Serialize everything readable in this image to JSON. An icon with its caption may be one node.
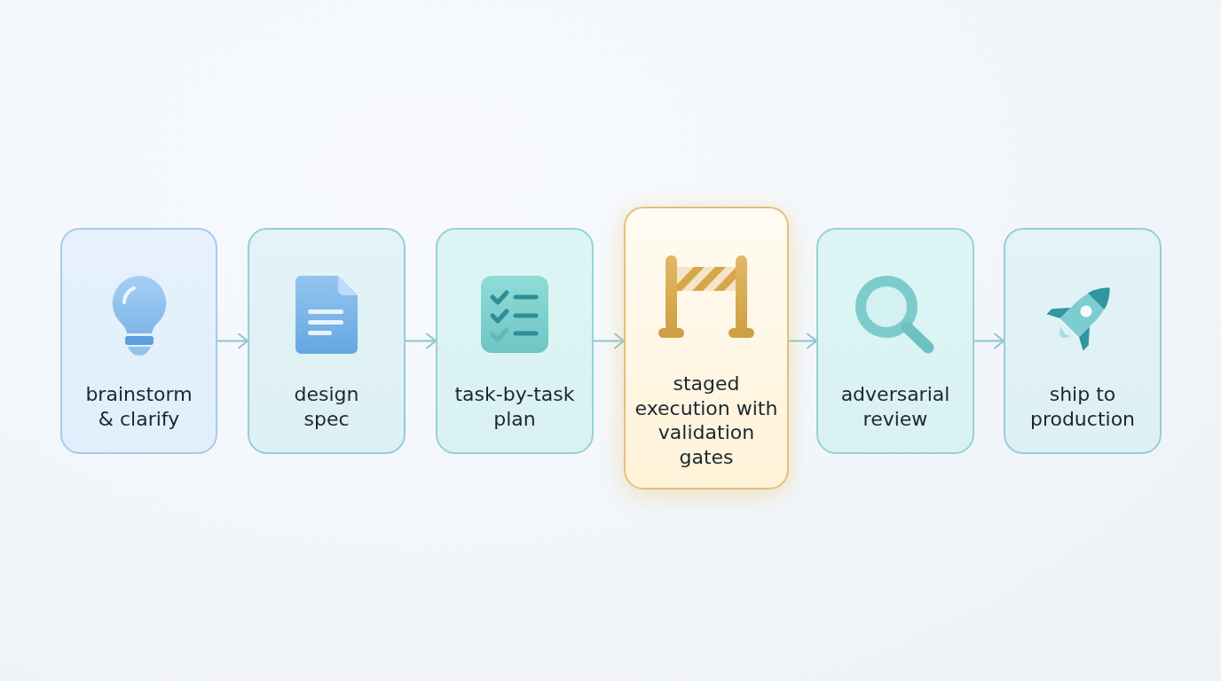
{
  "diagram": {
    "nodes": [
      {
        "text": [
          "brainstorm & clarify"
        ]
      },
      {
        "text": [
          "design spec"
        ]
      },
      {
        "text": [
          "task-by-task plan"
        ]
      },
      {
        "text": [
          "staged execution with validation gates"
        ]
      },
      {
        "text": [
          "adversarial review"
        ]
      },
      {
        "text": [
          "ship to production"
        ]
      }
    ],
    "edges": [
      {
        "from": 0,
        "to": 1,
        "arrow": "to"
      },
      {
        "from": 1,
        "to": 2,
        "arrow": "to"
      },
      {
        "from": 2,
        "to": 3,
        "arrow": "to"
      },
      {
        "from": 3,
        "to": 4,
        "arrow": "to"
      },
      {
        "from": 4,
        "to": 5,
        "arrow": "to"
      }
    ]
  }
}
